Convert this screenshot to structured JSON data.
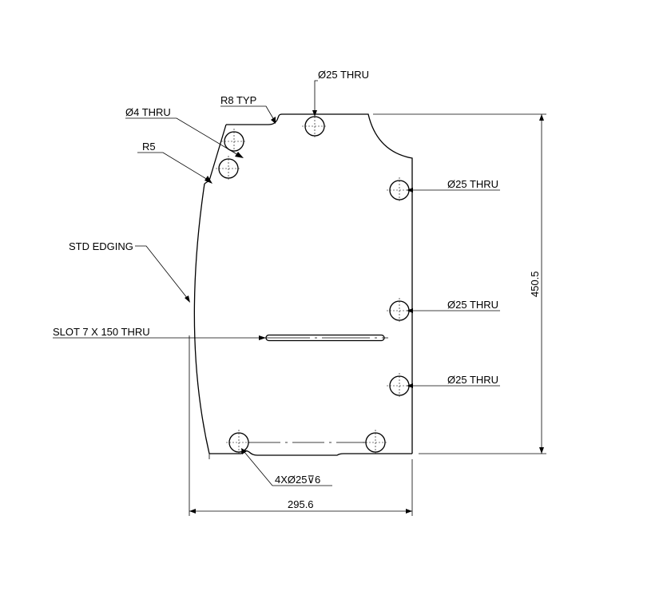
{
  "drawing": {
    "callouts": {
      "hole_top": "Ø25 THRU",
      "r8_typ": "R8 TYP",
      "hole_4": "Ø4 THRU",
      "r5": "R5",
      "hole_right_1": "Ø25 THRU",
      "std_edging": "STD EDGING",
      "hole_right_2": "Ø25 THRU",
      "slot": "SLOT 7 X 150 THRU",
      "hole_right_3": "Ø25 THRU",
      "bottom_holes": "4XØ25⊽6"
    },
    "dimensions": {
      "height": "450.5",
      "width": "295.6"
    }
  }
}
